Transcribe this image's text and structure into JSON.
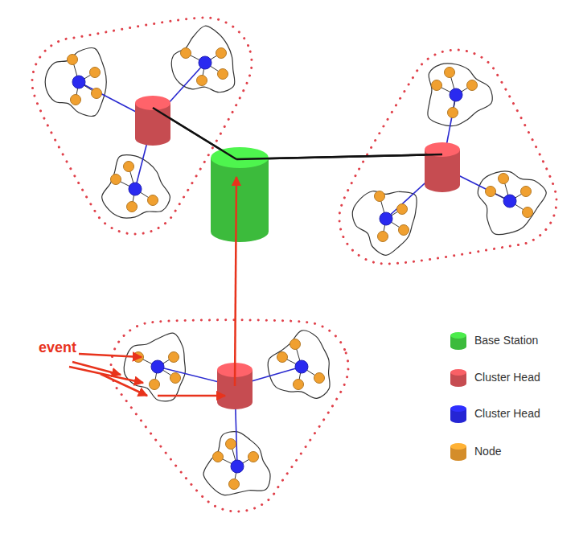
{
  "diagram": {
    "labels": [
      "event"
    ],
    "legend": [
      {
        "text": "Base Station",
        "color": "#44d444"
      },
      {
        "text": "Cluster Head",
        "color": "#e0565c"
      },
      {
        "text": "Cluster Head",
        "color": "#2a2af0"
      },
      {
        "text": "Node",
        "color": "#f0a030"
      }
    ]
  }
}
